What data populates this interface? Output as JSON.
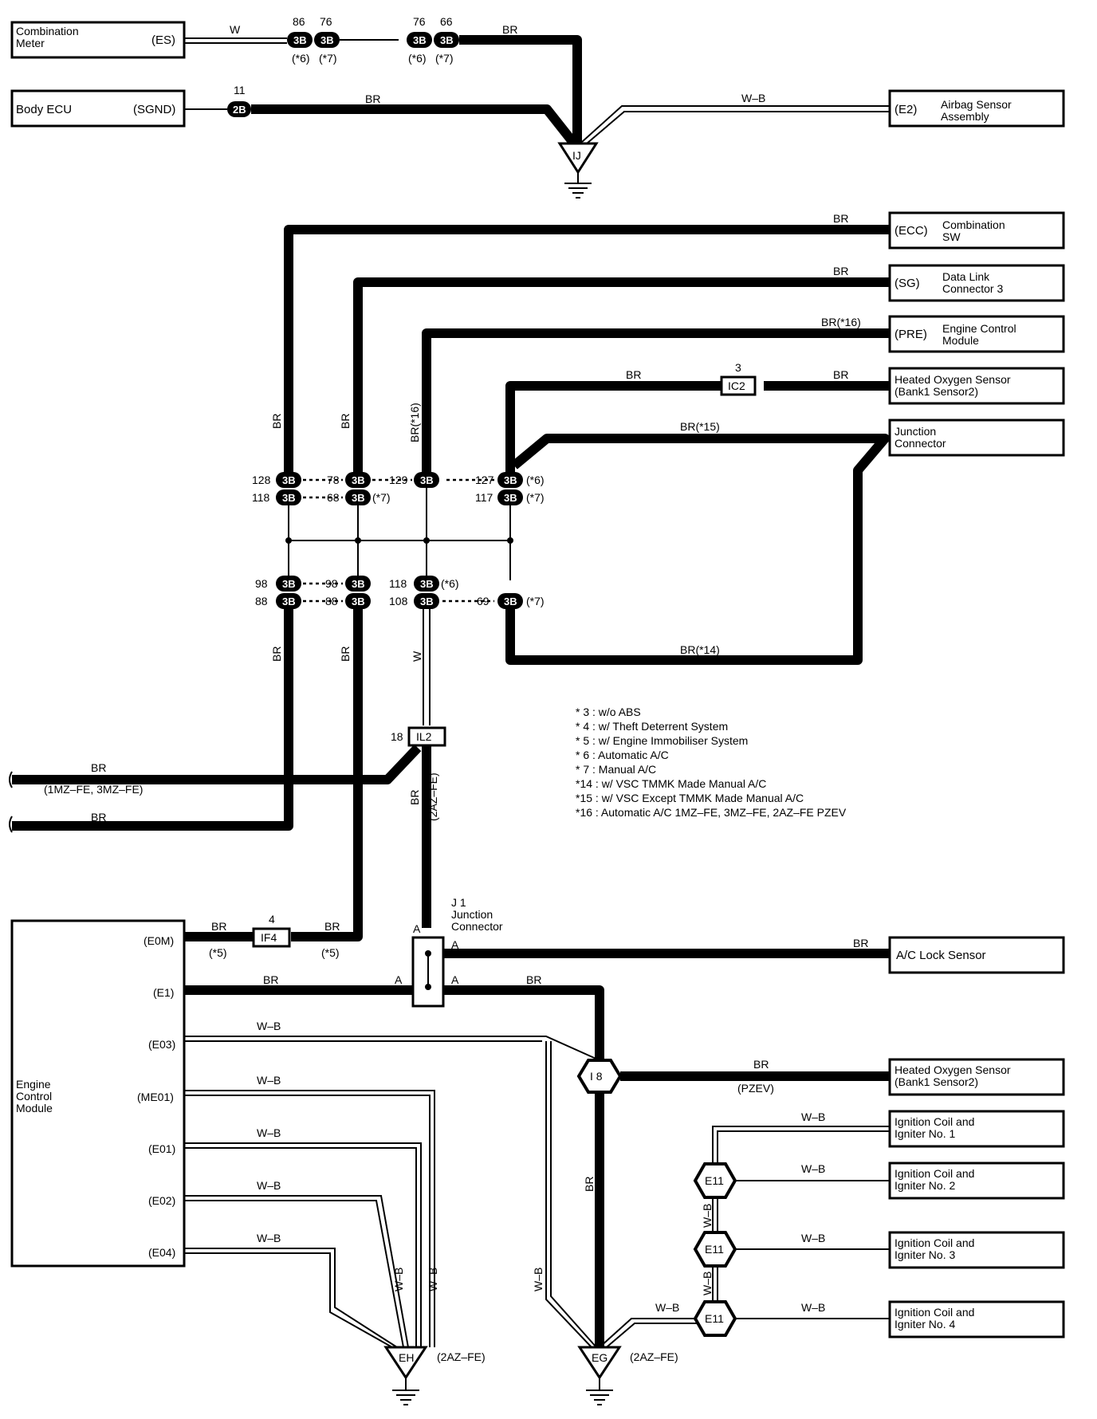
{
  "components": {
    "combination_meter": {
      "name": "Combination\nMeter",
      "terminal": "(ES)"
    },
    "body_ecu": {
      "name": "Body ECU",
      "terminal": "(SGND)"
    },
    "airbag_sensor": {
      "name": "Airbag Sensor\nAssembly",
      "terminal": "(E2)"
    },
    "combination_sw": {
      "name": "Combination\nSW",
      "terminal": "(ECC)"
    },
    "data_link": {
      "name": "Data Link\nConnector 3",
      "terminal": "(SG)"
    },
    "ecm_pre": {
      "name": "Engine Control\nModule",
      "terminal": "(PRE)"
    },
    "hos_top": {
      "name": "Heated Oxygen Sensor\n(Bank1 Sensor2)"
    },
    "junction_conn": {
      "name": "Junction\nConnector"
    },
    "ac_lock": {
      "name": "A/C Lock Sensor"
    },
    "hos_bottom": {
      "name": "Heated Oxygen Sensor\n(Bank1 Sensor2)"
    },
    "ign1": {
      "name": "Ignition Coil and\nIgniter No. 1"
    },
    "ign2": {
      "name": "Ignition Coil and\nIgniter No. 2"
    },
    "ign3": {
      "name": "Ignition Coil and\nIgniter No. 3"
    },
    "ign4": {
      "name": "Ignition Coil and\nIgniter No. 4"
    },
    "ecm_main": {
      "name": "Engine\nControl\nModule",
      "terminals": [
        "(E0M)",
        "(E1)",
        "(E03)",
        "(ME01)",
        "(E01)",
        "(E02)",
        "(E04)"
      ]
    },
    "j1": {
      "name": "J 1\nJunction\nConnector"
    }
  },
  "wire_labels": {
    "w": "W",
    "br": "BR",
    "wb": "W–B",
    "br16": "BR(*16)",
    "br15": "BR(*15)",
    "br14": "BR(*14)",
    "br16v": "BR(*16)",
    "w_b": "W–B",
    "br_2az": "BR",
    "paren_2az": "(2AZ–FE)",
    "mz": "(1MZ–FE, 3MZ–FE)",
    "pzev": "(PZEV)"
  },
  "connectors": {
    "c3b": "3B",
    "c2b": "2B",
    "ij": "IJ",
    "ic2": "IC2",
    "il2": "IL2",
    "if4": "IF4",
    "i8": "I 8",
    "e11": "E11",
    "eh": "EH",
    "eg": "EG"
  },
  "pin_labels": {
    "p86": "86",
    "p76a": "76",
    "p76b": "76",
    "p66": "66",
    "note6a": "(*6)",
    "note7a": "(*7)",
    "note6b": "(*6)",
    "note7b": "(*7)",
    "p11": "11",
    "p3": "3",
    "p128": "128",
    "p118a": "118",
    "p78": "78",
    "p68": "68",
    "p129": "129",
    "p127": "127",
    "p117": "117",
    "p98a": "98",
    "p88a": "88",
    "p98b": "98",
    "p88b": "88",
    "p118b": "118",
    "p108": "108",
    "p69": "69",
    "p18": "18",
    "p4": "4",
    "n6c": "(*6)",
    "n7c": "(*7)",
    "n6d": "(*6)",
    "n7d": "(*7)",
    "n5a": "(*5)",
    "n5b": "(*5)",
    "a1": "A",
    "a2": "A",
    "a3": "A",
    "a4": "A",
    "eh_2az": "(2AZ–FE)",
    "eg_2az": "(2AZ–FE)"
  },
  "notes": [
    "* 3 : w/o ABS",
    "* 4 : w/ Theft Deterrent System",
    "* 5 : w/ Engine Immobiliser System",
    "* 6 : Automatic A/C",
    "* 7 : Manual A/C",
    "*14 : w/ VSC TMMK Made Manual A/C",
    "*15 : w/ VSC Except TMMK Made Manual A/C",
    "*16 : Automatic A/C 1MZ–FE, 3MZ–FE, 2AZ–FE PZEV"
  ]
}
